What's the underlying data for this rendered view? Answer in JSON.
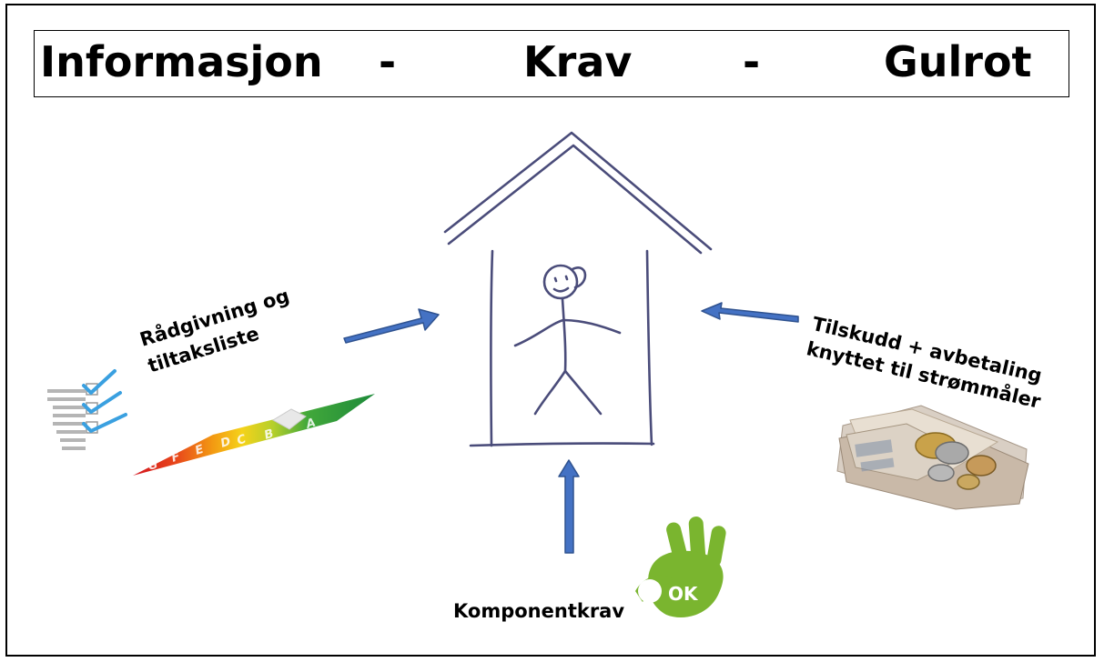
{
  "title": {
    "left": "Informasjon",
    "separator": "-",
    "center": "Krav",
    "right": "Gulrot"
  },
  "labels": {
    "radgivning_line1": "Rådgivning og",
    "radgivning_line2": "tiltaksliste",
    "tilskudd_line1": "Tilskudd + avbetaling",
    "tilskudd_line2": "knyttet til strømmåler",
    "komponentkrav": "Komponentkrav",
    "ok_badge": "OK"
  },
  "energy_label_letters": [
    "G",
    "F",
    "E",
    "D",
    "C",
    "B",
    "A"
  ],
  "colors": {
    "arrow": "#4472c4",
    "arrow_border": "#2f528f",
    "ok_green": "#7ab52f",
    "check_blue": "#3aa0e0"
  },
  "icons": {
    "checklist": "checklist-icon",
    "energy_label": "energy-label-icon",
    "money": "money-icon",
    "ok_hand": "ok-hand-icon",
    "house": "house-sketch"
  }
}
